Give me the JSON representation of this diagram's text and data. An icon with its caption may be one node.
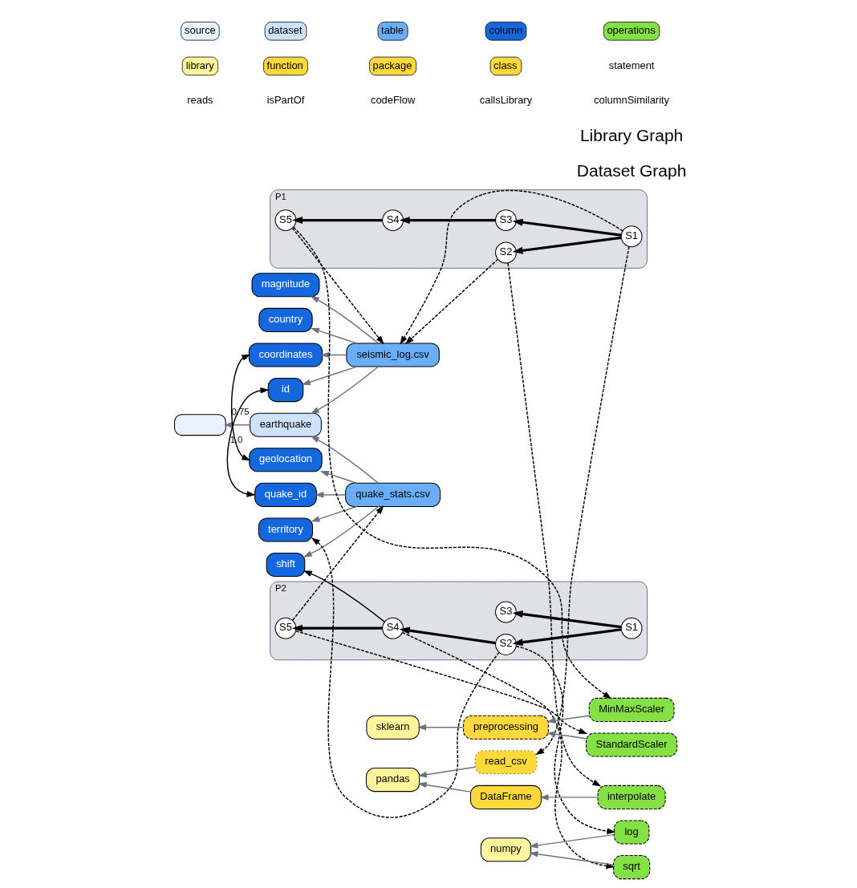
{
  "diagram": {
    "nodes": [
      {
        "text": [],
        "shape": "box"
      },
      {
        "text": [
          "earthquake"
        ]
      },
      {
        "text": [
          "seismic_log.csv"
        ]
      },
      {
        "text": [
          "quake_stats.csv"
        ]
      },
      {
        "text": [
          "magnitude"
        ]
      },
      {
        "text": [
          "country"
        ]
      },
      {
        "text": [
          "coordinates"
        ]
      },
      {
        "text": [
          "id"
        ]
      },
      {
        "text": [
          "quake_id"
        ]
      },
      {
        "text": [
          "geolocation"
        ]
      },
      {
        "text": [
          "shift"
        ]
      },
      {
        "text": [
          "territory"
        ]
      },
      {
        "text": [
          "P1"
        ]
      },
      {
        "text": [
          "S1"
        ],
        "in": 12
      },
      {
        "text": [
          "S2"
        ],
        "in": 12
      },
      {
        "text": [
          "S3"
        ],
        "in": 12
      },
      {
        "text": [
          "S4"
        ],
        "in": 12
      },
      {
        "text": [
          "S5"
        ],
        "in": 12
      },
      {
        "text": [
          "P2"
        ]
      },
      {
        "text": [
          "S1"
        ],
        "in": 18
      },
      {
        "text": [
          "S2"
        ],
        "in": 18
      },
      {
        "text": [
          "S3"
        ],
        "in": 18
      },
      {
        "text": [
          "S4"
        ],
        "in": 18
      },
      {
        "text": [
          "S5"
        ],
        "in": 18
      },
      {
        "text": [
          "pandas"
        ]
      },
      {
        "text": [
          "read_csv"
        ]
      },
      {
        "text": [
          "DataFrame"
        ]
      },
      {
        "text": [
          "interpolate"
        ]
      },
      {
        "text": [
          "numpy"
        ]
      },
      {
        "text": [
          "log"
        ]
      },
      {
        "text": [
          "sqrt"
        ]
      },
      {
        "text": [
          "sklearn"
        ]
      },
      {
        "text": [
          "preprocessing"
        ]
      },
      {
        "text": [
          "StandardScaler"
        ]
      },
      {
        "text": [
          "MinMaxScaler"
        ]
      }
    ],
    "edges": [
      {
        "from": 1,
        "to": 0,
        "arrow": "to",
        "color": "#6b7280"
      },
      {
        "from": 2,
        "to": 1,
        "arrow": "to",
        "color": "#6b7280"
      },
      {
        "from": 3,
        "to": 1,
        "arrow": "to",
        "color": "#6b7280"
      },
      {
        "from": 2,
        "to": 4,
        "arrow": "to",
        "color": "#6b7280"
      },
      {
        "from": 2,
        "to": 5,
        "arrow": "to",
        "color": "#6b7280"
      },
      {
        "from": 2,
        "to": 6,
        "arrow": "to",
        "color": "#6b7280"
      },
      {
        "from": 2,
        "to": 7,
        "arrow": "to",
        "color": "#6b7280"
      },
      {
        "from": 3,
        "to": 8,
        "arrow": "to",
        "color": "#6b7280"
      },
      {
        "from": 3,
        "to": 9,
        "arrow": "to",
        "color": "#6b7280"
      },
      {
        "from": 3,
        "to": 10,
        "arrow": "to",
        "color": "#6b7280"
      },
      {
        "from": 3,
        "to": 11,
        "arrow": "to",
        "color": "#6b7280"
      },
      {
        "from": 6,
        "to": 9,
        "arrow": "both",
        "label": "0.75",
        "color": "#000000"
      },
      {
        "from": 7,
        "to": 8,
        "arrow": "both",
        "label": "1.0",
        "color": "#000000"
      },
      {
        "from": 13,
        "to": 14,
        "arrow": "to",
        "style": "thick",
        "color": "#000000"
      },
      {
        "from": 13,
        "to": 15,
        "arrow": "to",
        "style": "thick",
        "color": "#000000"
      },
      {
        "from": 15,
        "to": 16,
        "arrow": "to",
        "style": "thick",
        "color": "#000000"
      },
      {
        "from": 16,
        "to": 17,
        "arrow": "to",
        "style": "thick",
        "color": "#000000"
      },
      {
        "from": 19,
        "to": 20,
        "arrow": "to",
        "style": "thick",
        "color": "#000000"
      },
      {
        "from": 19,
        "to": 21,
        "arrow": "to",
        "style": "thick",
        "color": "#000000"
      },
      {
        "from": 20,
        "to": 22,
        "arrow": "to",
        "style": "thick",
        "color": "#000000"
      },
      {
        "from": 22,
        "to": 23,
        "arrow": "to",
        "style": "thick",
        "color": "#000000"
      },
      {
        "from": 13,
        "to": 2,
        "arrow": "to",
        "style": "dashed",
        "color": "#000000"
      },
      {
        "from": 14,
        "to": 2,
        "arrow": "to",
        "style": "dashed",
        "color": "#000000"
      },
      {
        "from": 17,
        "to": 2,
        "arrow": "to",
        "style": "dashed",
        "color": "#000000"
      },
      {
        "from": 23,
        "to": 3,
        "arrow": "to",
        "style": "dashed",
        "color": "#000000"
      },
      {
        "from": 20,
        "to": 11,
        "arrow": "to",
        "style": "dashed",
        "color": "#000000"
      },
      {
        "from": 22,
        "to": 10,
        "arrow": "to",
        "color": "#000000"
      },
      {
        "from": 13,
        "to": 25,
        "arrow": "to",
        "style": "dashed",
        "color": "#000000"
      },
      {
        "from": 14,
        "to": 27,
        "arrow": "to",
        "style": "dashed",
        "color": "#000000"
      },
      {
        "from": 20,
        "to": 29,
        "arrow": "to",
        "style": "dashed",
        "color": "#000000"
      },
      {
        "from": 22,
        "to": 30,
        "arrow": "to",
        "style": "dashed",
        "color": "#000000"
      },
      {
        "from": 23,
        "to": 33,
        "arrow": "to",
        "style": "dashed",
        "color": "#000000"
      },
      {
        "from": 17,
        "to": 34,
        "arrow": "to",
        "style": "dashed",
        "color": "#000000"
      },
      {
        "from": 25,
        "to": 24,
        "arrow": "to",
        "color": "#6b7280"
      },
      {
        "from": 26,
        "to": 24,
        "arrow": "to",
        "color": "#6b7280"
      },
      {
        "from": 27,
        "to": 26,
        "arrow": "to",
        "color": "#6b7280"
      },
      {
        "from": 29,
        "to": 28,
        "arrow": "to",
        "color": "#6b7280"
      },
      {
        "from": 30,
        "to": 28,
        "arrow": "to",
        "color": "#6b7280"
      },
      {
        "from": 32,
        "to": 31,
        "arrow": "to",
        "color": "#6b7280"
      },
      {
        "from": 33,
        "to": 32,
        "arrow": "to",
        "color": "#6b7280"
      },
      {
        "from": 34,
        "to": 32,
        "arrow": "to",
        "color": "#6b7280"
      }
    ],
    "labels": [
      "Dataset Graph",
      "Library Graph"
    ],
    "legend": [
      {
        "text": "source",
        "color": "#eaf2fd"
      },
      {
        "text": "dataset",
        "color": "#cfe2fb"
      },
      {
        "text": "table",
        "color": "#6aaef9"
      },
      {
        "text": "column",
        "color": "#1467dd"
      },
      {
        "text": "operations",
        "color": "#84e045"
      },
      {
        "text": "library",
        "color": "#fff59d"
      },
      {
        "text": "function",
        "color": "#ffd93b"
      },
      {
        "text": "package",
        "color": "#ffd93b"
      },
      {
        "text": "class",
        "color": "#ffd93b"
      },
      {
        "text": "statement"
      },
      {
        "text": "reads"
      },
      {
        "text": "isPartOf"
      },
      {
        "text": "codeFlow"
      },
      {
        "text": "callsLibrary"
      },
      {
        "text": "columnSimilarity"
      }
    ]
  }
}
